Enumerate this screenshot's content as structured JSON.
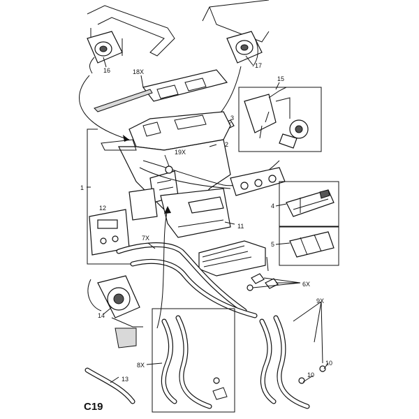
{
  "diagram": {
    "title": "C19",
    "callouts": {
      "c1": "1",
      "c2": "2",
      "c3": "3",
      "c4": "4",
      "c5": "5",
      "c6x": "6X",
      "c7x": "7X",
      "c8x": "8X",
      "c9x": "9X",
      "c10a": "10",
      "c10b": "10",
      "c11": "11",
      "c12": "12",
      "c13": "13",
      "c14": "14",
      "c15": "15",
      "c16": "16",
      "c17": "17",
      "c18x": "18X",
      "c19x": "19X"
    }
  }
}
